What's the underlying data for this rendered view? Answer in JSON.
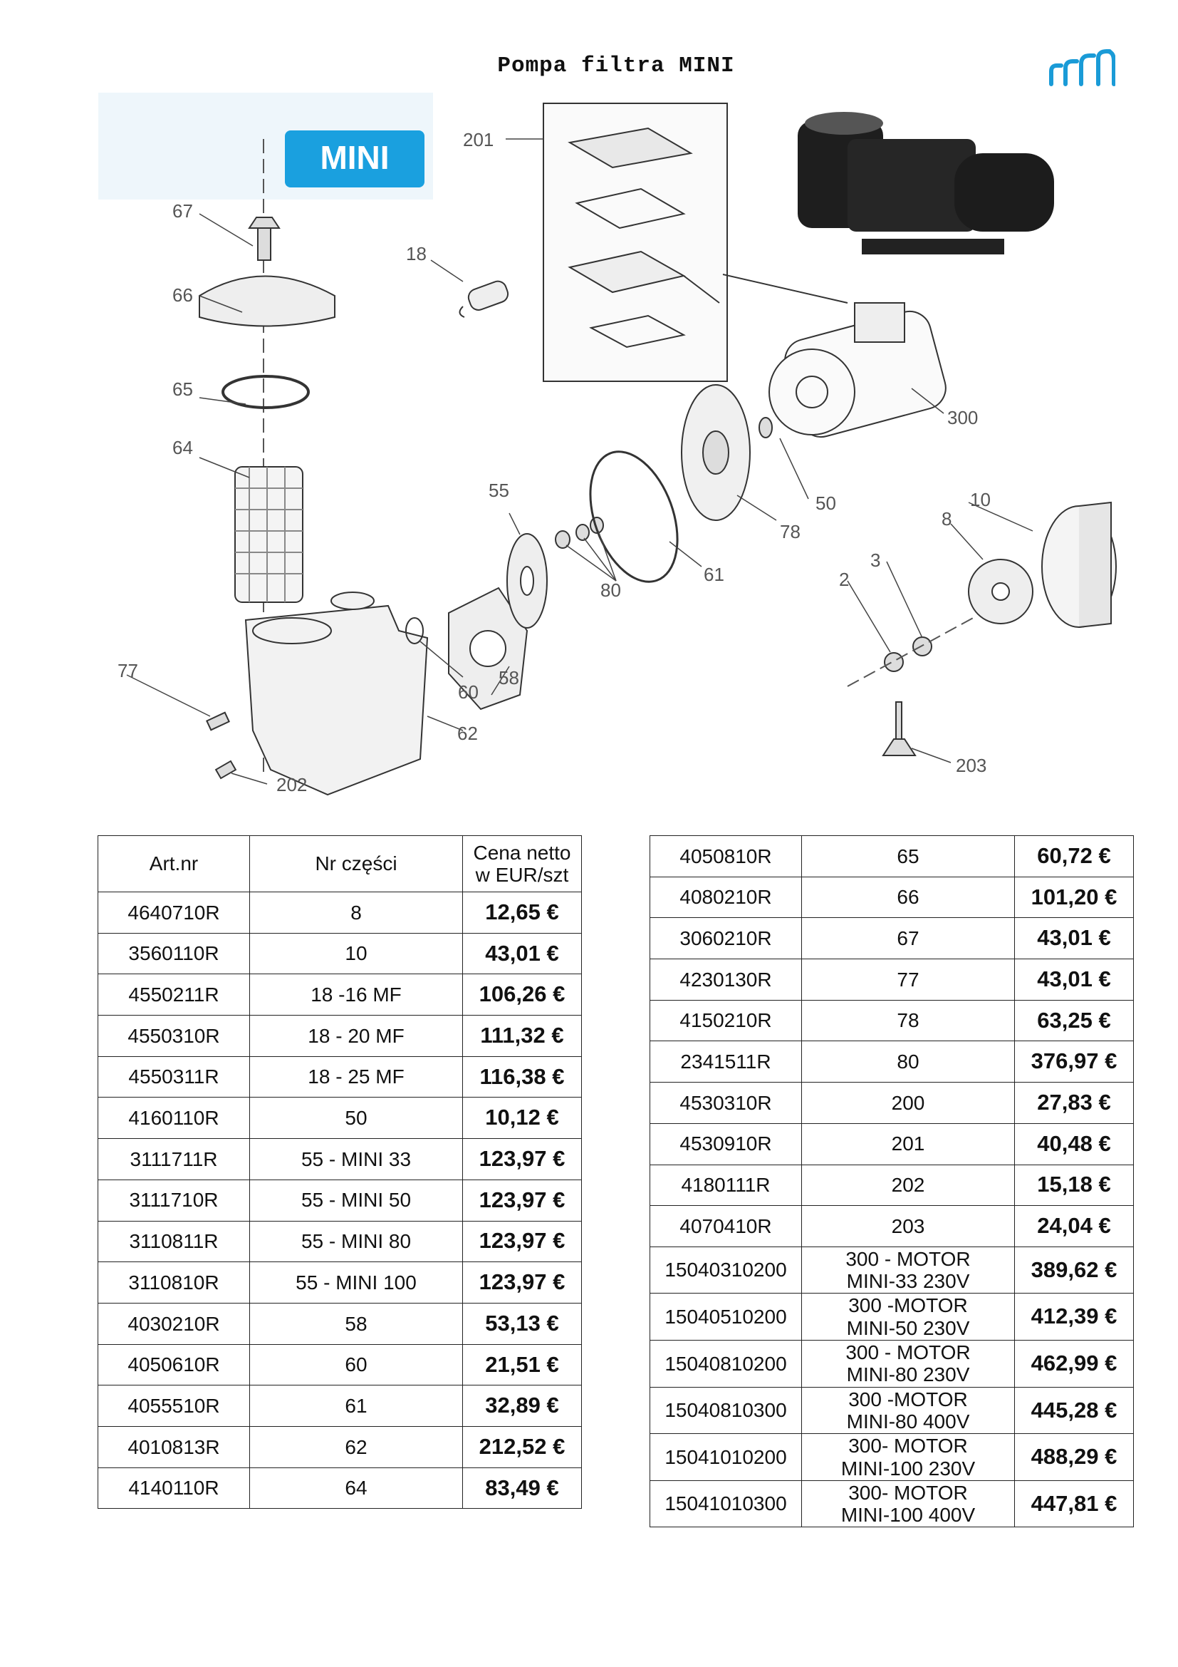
{
  "title": "Pompa filtra MINI",
  "badge": "MINI",
  "callouts": {
    "c201": "201",
    "c67": "67",
    "c18": "18",
    "c66": "66",
    "c65": "65",
    "c64": "64",
    "c300": "300",
    "c10": "10",
    "c8": "8",
    "c55": "55",
    "c50": "50",
    "c78": "78",
    "c61": "61",
    "c3": "3",
    "c2": "2",
    "c80": "80",
    "c58": "58",
    "c60": "60",
    "c77": "77",
    "c62": "62",
    "c202": "202",
    "c203": "203"
  },
  "table_left": {
    "headers": {
      "art": "Art.nr",
      "part": "Nr części",
      "price_line1": "Cena netto",
      "price_line2": "w EUR/szt"
    },
    "rows": [
      {
        "art": "4640710R",
        "part": "8",
        "price": "12,65 €"
      },
      {
        "art": "3560110R",
        "part": "10",
        "price": "43,01 €"
      },
      {
        "art": "4550211R",
        "part": "18 -16 MF",
        "price": "106,26 €"
      },
      {
        "art": "4550310R",
        "part": "18 - 20 MF",
        "price": "111,32 €"
      },
      {
        "art": "4550311R",
        "part": "18 - 25 MF",
        "price": "116,38 €"
      },
      {
        "art": "4160110R",
        "part": "50",
        "price": "10,12 €"
      },
      {
        "art": "3111711R",
        "part": "55 - MINI 33",
        "price": "123,97 €"
      },
      {
        "art": "3111710R",
        "part": "55 - MINI 50",
        "price": "123,97 €"
      },
      {
        "art": "3110811R",
        "part": "55 - MINI 80",
        "price": "123,97 €"
      },
      {
        "art": "3110810R",
        "part": "55 - MINI 100",
        "price": "123,97 €"
      },
      {
        "art": "4030210R",
        "part": "58",
        "price": "53,13 €"
      },
      {
        "art": "4050610R",
        "part": "60",
        "price": "21,51 €"
      },
      {
        "art": "4055510R",
        "part": "61",
        "price": "32,89 €"
      },
      {
        "art": "4010813R",
        "part": "62",
        "price": "212,52 €"
      },
      {
        "art": "4140110R",
        "part": "64",
        "price": "83,49 €"
      }
    ]
  },
  "table_right": {
    "rows": [
      {
        "art": "4050810R",
        "part1": "65",
        "part2": "",
        "price": "60,72 €"
      },
      {
        "art": "4080210R",
        "part1": "66",
        "part2": "",
        "price": "101,20 €"
      },
      {
        "art": "3060210R",
        "part1": "67",
        "part2": "",
        "price": "43,01 €"
      },
      {
        "art": "4230130R",
        "part1": "77",
        "part2": "",
        "price": "43,01 €"
      },
      {
        "art": "4150210R",
        "part1": "78",
        "part2": "",
        "price": "63,25 €"
      },
      {
        "art": "2341511R",
        "part1": "80",
        "part2": "",
        "price": "376,97 €"
      },
      {
        "art": "4530310R",
        "part1": "200",
        "part2": "",
        "price": "27,83 €"
      },
      {
        "art": "4530910R",
        "part1": "201",
        "part2": "",
        "price": "40,48 €"
      },
      {
        "art": "4180111R",
        "part1": "202",
        "part2": "",
        "price": "15,18 €"
      },
      {
        "art": "4070410R",
        "part1": "203",
        "part2": "",
        "price": "24,04 €"
      },
      {
        "art": "15040310200",
        "part1": "300 - MOTOR",
        "part2": "MINI-33 230V",
        "price": "389,62 €"
      },
      {
        "art": "15040510200",
        "part1": "300 -MOTOR",
        "part2": "MINI-50 230V",
        "price": "412,39 €"
      },
      {
        "art": "15040810200",
        "part1": "300 - MOTOR",
        "part2": "MINI-80 230V",
        "price": "462,99 €"
      },
      {
        "art": "15040810300",
        "part1": "300 -MOTOR",
        "part2": "MINI-80 400V",
        "price": "445,28 €"
      },
      {
        "art": "15041010200",
        "part1": "300- MOTOR",
        "part2": "MINI-100 230V",
        "price": "488,29 €"
      },
      {
        "art": "15041010300",
        "part1": "300- MOTOR",
        "part2": "MINI-100 400V",
        "price": "447,81 €"
      }
    ]
  }
}
